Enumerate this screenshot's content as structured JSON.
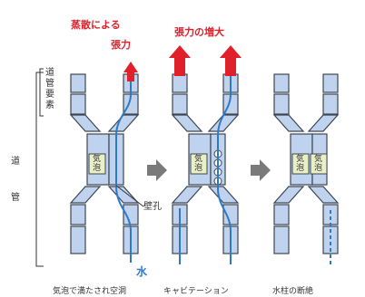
{
  "labels": {
    "evaporation_tension": [
      "蒸散による",
      "張力"
    ],
    "tension_increase": "張力の増大",
    "vessel_element": [
      "道",
      "管",
      "要",
      "素"
    ],
    "vessel": [
      "道",
      "管"
    ],
    "gas": [
      "気",
      "泡"
    ],
    "pit": "壁孔",
    "water": "水"
  },
  "captions": [
    "気泡で満たされ空洞",
    "キャビテーション",
    "水柱の断絶"
  ],
  "colors": {
    "cell_fill": "#bfd2ee",
    "cell_stroke": "#3e4653",
    "water_line": "#2f79c8",
    "gas_box": "#e9f0c8",
    "tension_arrow": "#e0202a",
    "step_arrow": "#7a7a7a"
  }
}
